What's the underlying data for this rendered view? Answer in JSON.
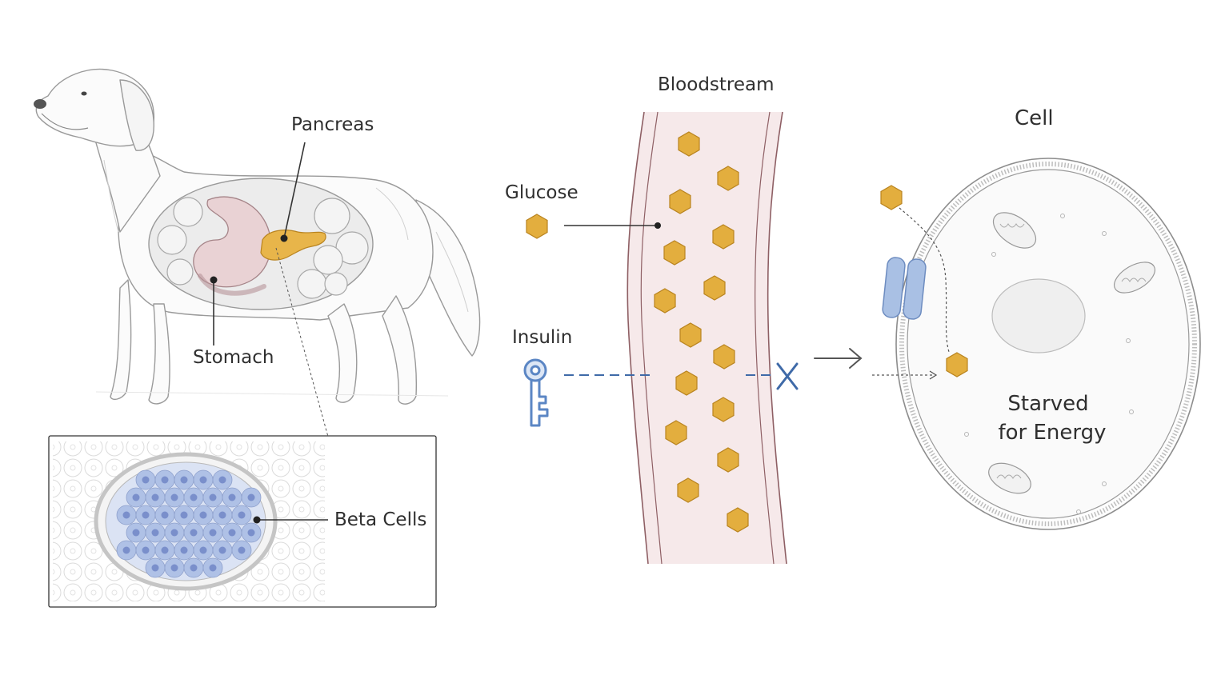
{
  "labels": {
    "pancreas": "Pancreas",
    "stomach": "Stomach",
    "beta_cells": "Beta Cells",
    "bloodstream": "Bloodstream",
    "glucose": "Glucose",
    "insulin": "Insulin",
    "cell": "Cell",
    "starved_line1": "Starved",
    "starved_line2": "for Energy"
  },
  "colors": {
    "glucose": "#E3AE3E",
    "glucose_stroke": "#B98420",
    "pancreas": "#E8B54A",
    "insulin_key": "#5B86C4",
    "beta_cell": "#AFC1E6",
    "beta_nucleus": "#7A8FCB",
    "vessel_fill": "#F6E9EA",
    "vessel_wall": "#8E5F64",
    "receptor": "#A9C0E4",
    "line": "#333333"
  },
  "icons": {
    "glucose": "hexagon",
    "insulin": "key-icon",
    "blocked": "x-mark-icon",
    "arrow": "right-arrow-icon"
  }
}
